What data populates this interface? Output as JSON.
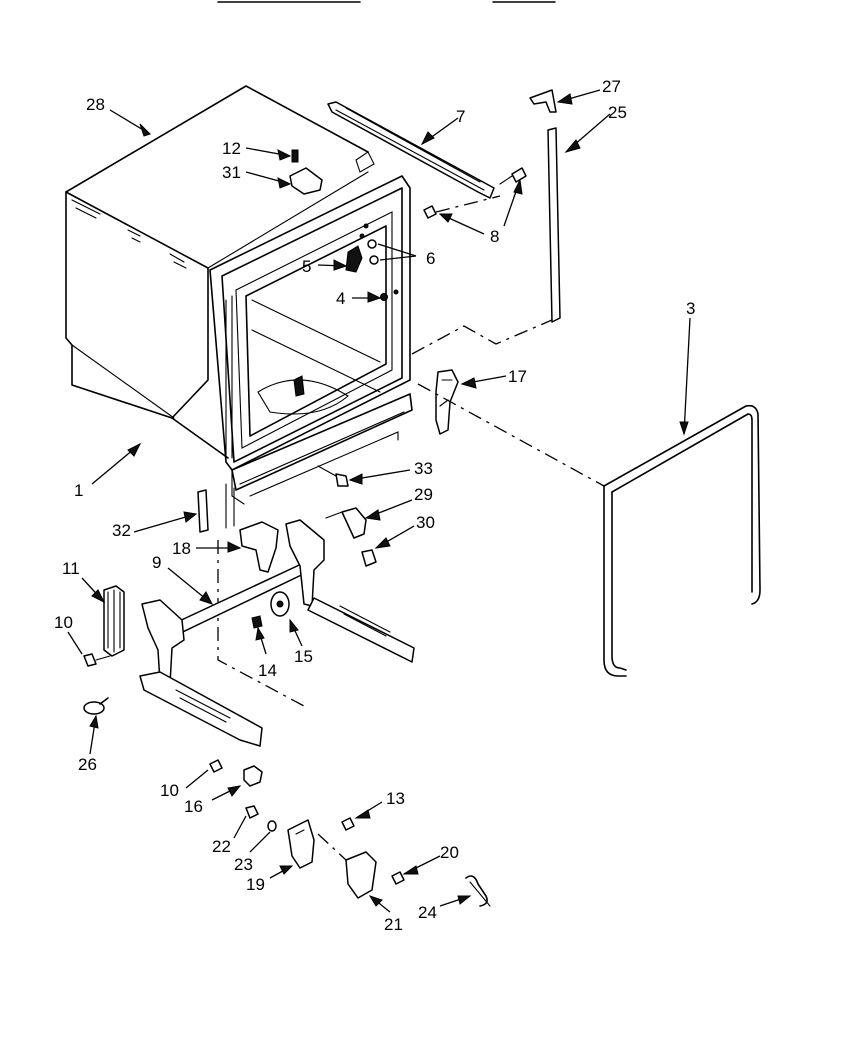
{
  "callouts": [
    {
      "id": "1",
      "label": "1"
    },
    {
      "id": "3",
      "label": "3"
    },
    {
      "id": "4",
      "label": "4"
    },
    {
      "id": "5",
      "label": "5"
    },
    {
      "id": "6",
      "label": "6"
    },
    {
      "id": "7",
      "label": "7"
    },
    {
      "id": "8",
      "label": "8"
    },
    {
      "id": "9",
      "label": "9"
    },
    {
      "id": "10a",
      "label": "10"
    },
    {
      "id": "10b",
      "label": "10"
    },
    {
      "id": "11",
      "label": "11"
    },
    {
      "id": "12",
      "label": "12"
    },
    {
      "id": "13",
      "label": "13"
    },
    {
      "id": "14",
      "label": "14"
    },
    {
      "id": "15",
      "label": "15"
    },
    {
      "id": "16",
      "label": "16"
    },
    {
      "id": "17",
      "label": "17"
    },
    {
      "id": "18",
      "label": "18"
    },
    {
      "id": "19",
      "label": "19"
    },
    {
      "id": "20",
      "label": "20"
    },
    {
      "id": "21",
      "label": "21"
    },
    {
      "id": "22",
      "label": "22"
    },
    {
      "id": "23",
      "label": "23"
    },
    {
      "id": "24",
      "label": "24"
    },
    {
      "id": "25",
      "label": "25"
    },
    {
      "id": "26",
      "label": "26"
    },
    {
      "id": "27",
      "label": "27"
    },
    {
      "id": "28",
      "label": "28"
    },
    {
      "id": "29",
      "label": "29"
    },
    {
      "id": "30",
      "label": "30"
    },
    {
      "id": "31",
      "label": "31"
    },
    {
      "id": "32",
      "label": "32"
    },
    {
      "id": "33",
      "label": "33"
    }
  ],
  "colors": {
    "line": "#000000",
    "background": "#ffffff"
  }
}
